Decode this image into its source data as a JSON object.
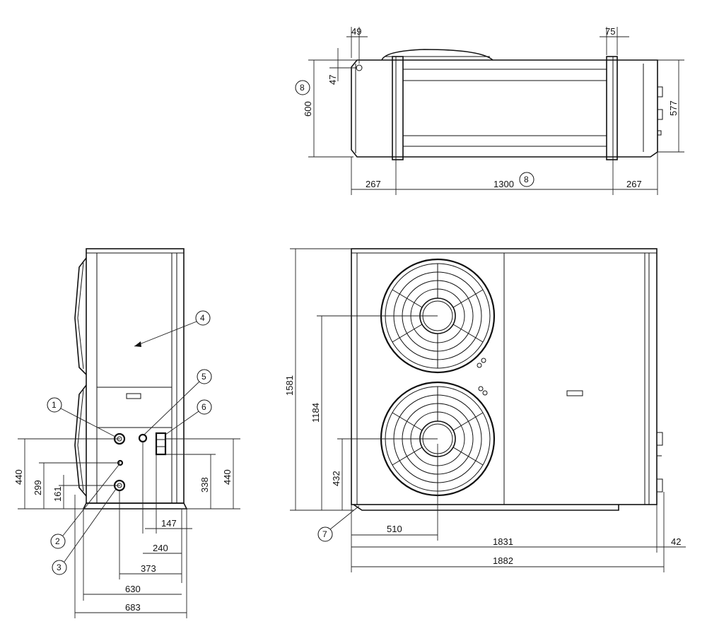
{
  "top_view": {
    "dims": {
      "d49": "49",
      "d75": "75",
      "d47": "47",
      "d600": "600",
      "d577": "577",
      "d267_left": "267",
      "d1300": "1300",
      "d267_right": "267"
    },
    "callouts": {
      "c8a": "8",
      "c8b": "8"
    }
  },
  "side_view": {
    "dims": {
      "d440_left": "440",
      "d299": "299",
      "d161": "161",
      "d338": "338",
      "d440_right": "440",
      "d147": "147",
      "d240": "240",
      "d373": "373",
      "d630": "630",
      "d683": "683"
    },
    "callouts": {
      "c1": "1",
      "c2": "2",
      "c3": "3",
      "c4": "4",
      "c5": "5",
      "c6": "6"
    }
  },
  "front_view": {
    "dims": {
      "d1581": "1581",
      "d1184": "1184",
      "d432": "432",
      "d510": "510",
      "d1831": "1831",
      "d42": "42",
      "d1882": "1882"
    },
    "callouts": {
      "c7": "7"
    }
  }
}
